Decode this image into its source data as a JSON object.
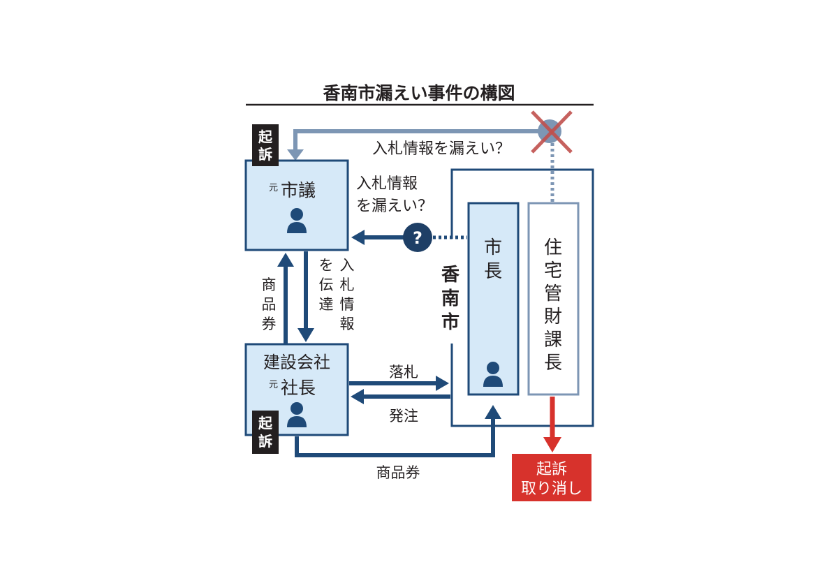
{
  "title": "香南市漏えい事件の構図",
  "colors": {
    "navy": "#1f4a78",
    "box_fill": "#d6e9f8",
    "gray_blue": "#7d96b4",
    "red": "#d7322c",
    "black": "#231f20",
    "qmark": "#1e3f66"
  },
  "labels": {
    "indicted": "起",
    "indicted2": "訴",
    "top_leak": "入札情報を漏えい？",
    "mid_leak1": "入札情報",
    "mid_leak2": "を漏えい？",
    "question": "?",
    "motoshigi_prefix": "元",
    "motoshigi": "市議",
    "company1": "建設会社",
    "company_prefix": "元",
    "company2": "社長",
    "transmit_a": "入札情報",
    "transmit_b": "を伝達",
    "voucher_left": "商品券",
    "rakusatsu": "落札",
    "hacchu": "発注",
    "voucher_bottom": "商品券",
    "konan_city": "香南市",
    "mayor": "市長",
    "housing_chief": "住宅管財課長",
    "withdrawn1": "起訴",
    "withdrawn2": "取り消し"
  }
}
